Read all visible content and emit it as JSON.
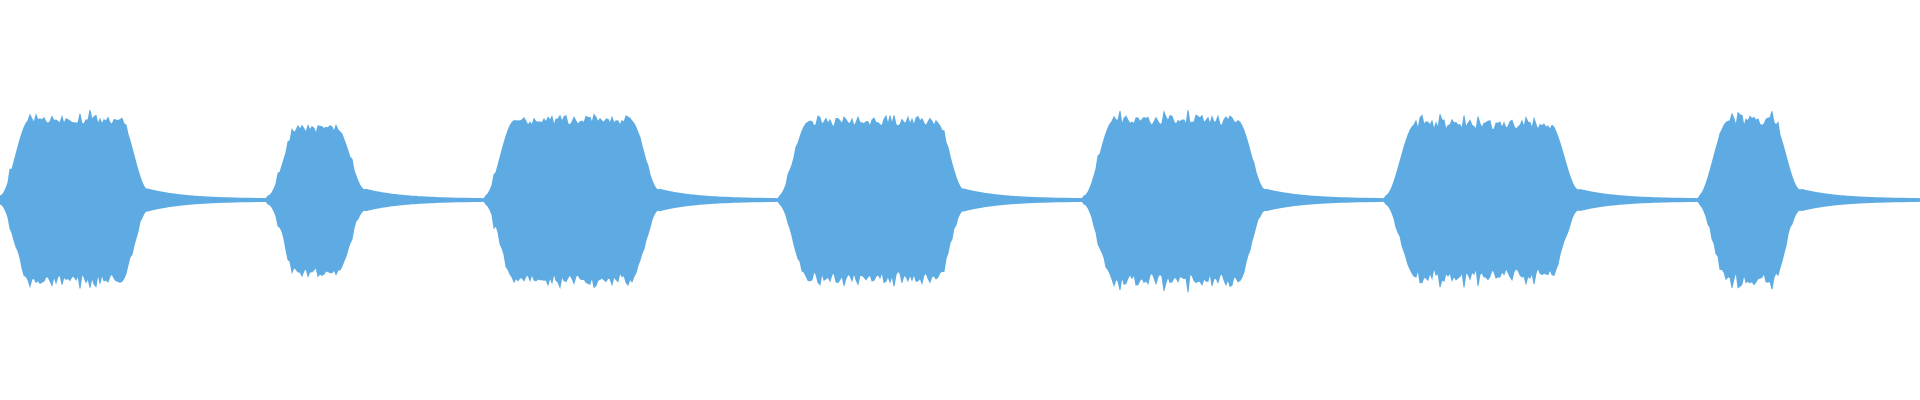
{
  "waveform": {
    "color": "#5dabe2",
    "background": "#ffffff",
    "bursts": [
      {
        "start": 0.0,
        "end": 0.1395,
        "amplitude": 0.98
      },
      {
        "start": 0.1395,
        "end": 0.2525,
        "amplitude": 0.86
      },
      {
        "start": 0.2525,
        "end": 0.4055,
        "amplitude": 0.97
      },
      {
        "start": 0.4055,
        "end": 0.5645,
        "amplitude": 0.95
      },
      {
        "start": 0.5645,
        "end": 0.7215,
        "amplitude": 0.97
      },
      {
        "start": 0.7215,
        "end": 0.8845,
        "amplitude": 0.92
      },
      {
        "start": 0.8845,
        "end": 1.0,
        "amplitude": 0.96
      }
    ]
  }
}
